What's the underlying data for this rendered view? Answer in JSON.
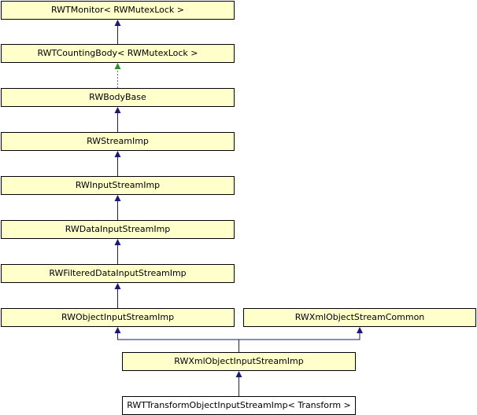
{
  "diagram": {
    "nodes": [
      {
        "id": "rwtmonitor",
        "label": "RWTMonitor< RWMutexLock >"
      },
      {
        "id": "rwtcountingbody",
        "label": "RWTCountingBody< RWMutexLock >"
      },
      {
        "id": "rwbodybase",
        "label": "RWBodyBase"
      },
      {
        "id": "rwstreamimp",
        "label": "RWStreamImp"
      },
      {
        "id": "rwinputstreamimp",
        "label": "RWInputStreamImp"
      },
      {
        "id": "rwdatainputstreamimp",
        "label": "RWDataInputStreamImp"
      },
      {
        "id": "rwfiltereddatainputstreamimp",
        "label": "RWFilteredDataInputStreamImp"
      },
      {
        "id": "rwobjectinputstreamimp",
        "label": "RWObjectInputStreamImp"
      },
      {
        "id": "rwxmlobjectstreamcommon",
        "label": "RWXmlObjectStreamCommon"
      },
      {
        "id": "rwxmlobjectinputstreamimp",
        "label": "RWXmlObjectInputStreamImp"
      },
      {
        "id": "rwttransformobjectinputstreamimp",
        "label": "RWTTransformObjectInputStreamImp< Transform >"
      }
    ],
    "edges": [
      {
        "from": "rwtcountingbody",
        "to": "rwtmonitor",
        "style": "solid",
        "color": "#1a1a6e"
      },
      {
        "from": "rwbodybase",
        "to": "rwtcountingbody",
        "style": "dotted",
        "color": "#2e8b2e"
      },
      {
        "from": "rwstreamimp",
        "to": "rwbodybase",
        "style": "solid",
        "color": "#1a1a6e"
      },
      {
        "from": "rwinputstreamimp",
        "to": "rwstreamimp",
        "style": "solid",
        "color": "#1a1a6e"
      },
      {
        "from": "rwdatainputstreamimp",
        "to": "rwinputstreamimp",
        "style": "solid",
        "color": "#1a1a6e"
      },
      {
        "from": "rwfiltereddatainputstreamimp",
        "to": "rwdatainputstreamimp",
        "style": "solid",
        "color": "#1a1a6e"
      },
      {
        "from": "rwobjectinputstreamimp",
        "to": "rwfiltereddatainputstreamimp",
        "style": "solid",
        "color": "#1a1a6e"
      },
      {
        "from": "rwxmlobjectinputstreamimp",
        "to": "rwobjectinputstreamimp",
        "style": "solid",
        "color": "#1a1a6e"
      },
      {
        "from": "rwxmlobjectinputstreamimp",
        "to": "rwxmlobjectstreamcommon",
        "style": "solid",
        "color": "#1a1a6e"
      },
      {
        "from": "rwttransformobjectinputstreamimp",
        "to": "rwxmlobjectinputstreamimp",
        "style": "solid",
        "color": "#1a1a6e"
      }
    ],
    "colors": {
      "node_fill": "#ffffcc",
      "focus_fill": "#ffffff",
      "border": "#000000",
      "edge": "#1a1a6e",
      "template_edge": "#2e8b2e"
    }
  }
}
